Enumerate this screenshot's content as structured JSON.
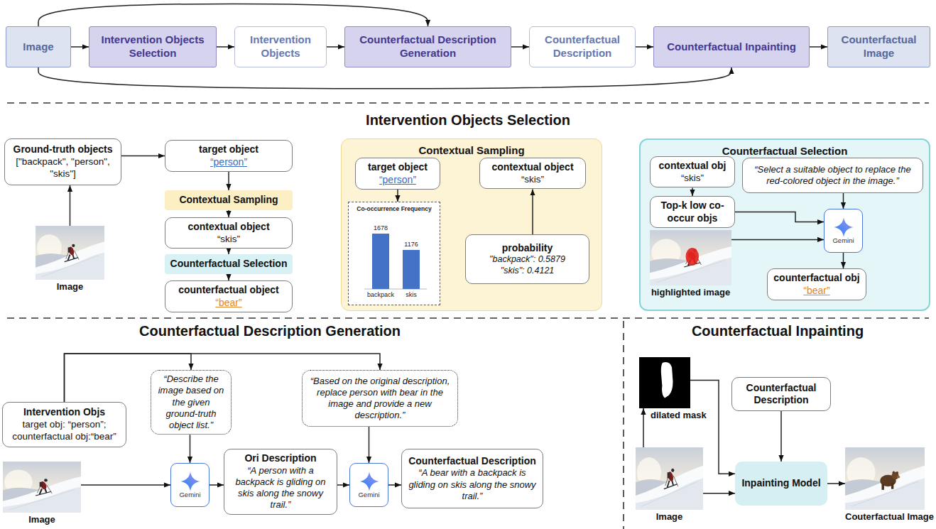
{
  "diagram": {
    "nodes": [
      {
        "text": [
          "Image"
        ]
      },
      {
        "text": [
          "Intervention Objects Selection"
        ]
      },
      {
        "text": [
          "Intervention Objects"
        ]
      },
      {
        "text": [
          "Counterfactual Description Generation"
        ]
      },
      {
        "text": [
          "Counterfactual Description"
        ]
      },
      {
        "text": [
          "Counterfactual Inpainting"
        ]
      },
      {
        "text": [
          "Counterfactual Image"
        ]
      },
      {
        "text": [
          "Ground-truth objects",
          "[\"backpack\", \"person\", \"skis\"]"
        ]
      },
      {
        "text": [
          "target object",
          "“person”"
        ]
      },
      {
        "text": [
          "Contextual Sampling"
        ]
      },
      {
        "text": [
          "contextual object",
          "“skis”"
        ]
      },
      {
        "text": [
          "Counterfactual Selection"
        ]
      },
      {
        "text": [
          "counterfactual object",
          "“bear”"
        ]
      },
      {
        "text": [
          "Image"
        ]
      },
      {
        "text": [
          "Contextual Sampling"
        ]
      },
      {
        "text": [
          "target object",
          "“person”"
        ],
        "in": 14
      },
      {
        "text": [
          "contextual object",
          "“skis”"
        ],
        "in": 14
      },
      {
        "text": [
          "Co-occurrence Frequency"
        ],
        "in": 14
      },
      {
        "text": [
          "probability",
          "\"backpack\": 0.5879",
          "\"skis\": 0.4121"
        ],
        "in": 14
      },
      {
        "text": [
          "Counterfactual Selection"
        ]
      },
      {
        "text": [
          "contextual obj",
          "“skis”"
        ],
        "in": 19
      },
      {
        "text": [
          "“Select a suitable object to replace the red-colored object in the image.”"
        ],
        "in": 19
      },
      {
        "text": [
          "Top-k low co-occur objs"
        ],
        "in": 19
      },
      {
        "text": [
          "highlighted image"
        ],
        "in": 19
      },
      {
        "text": [
          "Gemini"
        ],
        "in": 19
      },
      {
        "text": [
          "counterfactual obj",
          "“bear”"
        ],
        "in": 19
      },
      {
        "text": [
          "Intervention Objs",
          "target obj: “person”;",
          "counterfactual obj:“bear”"
        ]
      },
      {
        "text": [
          "“Describe the image based on the given ground-truth object list.”"
        ]
      },
      {
        "text": [
          "“Based on the original description, replace person with bear in the image and provide a new description.”"
        ]
      },
      {
        "text": [
          "Image"
        ]
      },
      {
        "text": [
          "Gemini"
        ]
      },
      {
        "text": [
          "Ori Description",
          "“A person with a backpack is gliding on skis along the snowy trail.”"
        ]
      },
      {
        "text": [
          "Gemini"
        ]
      },
      {
        "text": [
          "Counterfactual Description",
          "“A bear with a backpack is gliding on skis along the snowy trail.”"
        ]
      },
      {
        "text": [
          "dilated mask"
        ]
      },
      {
        "text": [
          "Image"
        ]
      },
      {
        "text": [
          "Counterfactual Description"
        ]
      },
      {
        "text": [
          "Inpainting Model"
        ]
      },
      {
        "text": [
          "Couterfactual Image"
        ]
      }
    ],
    "edges": [
      {
        "from": 0,
        "to": 1,
        "arrow": "to"
      },
      {
        "from": 1,
        "to": 2,
        "arrow": "to"
      },
      {
        "from": 2,
        "to": 3,
        "arrow": "to"
      },
      {
        "from": 3,
        "to": 4,
        "arrow": "to"
      },
      {
        "from": 4,
        "to": 5,
        "arrow": "to"
      },
      {
        "from": 5,
        "to": 6,
        "arrow": "to"
      },
      {
        "from": 0,
        "to": 3,
        "arrow": "to"
      },
      {
        "from": 0,
        "to": 5,
        "arrow": "to"
      },
      {
        "from": 13,
        "to": 7,
        "arrow": "to"
      },
      {
        "from": 7,
        "to": 8,
        "arrow": "to"
      },
      {
        "from": 8,
        "to": 9,
        "arrow": "to"
      },
      {
        "from": 9,
        "to": 10,
        "arrow": "to"
      },
      {
        "from": 10,
        "to": 11,
        "arrow": "to"
      },
      {
        "from": 11,
        "to": 12,
        "arrow": "to"
      },
      {
        "from": 15,
        "to": 17,
        "arrow": "to"
      },
      {
        "from": 18,
        "to": 16,
        "arrow": "to"
      },
      {
        "from": 20,
        "to": 22,
        "arrow": "to"
      },
      {
        "from": 22,
        "to": 24,
        "arrow": "to"
      },
      {
        "from": 23,
        "to": 24,
        "arrow": "to"
      },
      {
        "from": 21,
        "to": 24,
        "arrow": "to"
      },
      {
        "from": 24,
        "to": 25,
        "arrow": "to"
      },
      {
        "from": 26,
        "to": 27,
        "arrow": "to"
      },
      {
        "from": 26,
        "to": 28,
        "arrow": "to"
      },
      {
        "from": 29,
        "to": 30,
        "arrow": "to"
      },
      {
        "from": 27,
        "to": 30,
        "arrow": "to"
      },
      {
        "from": 30,
        "to": 31,
        "arrow": "to"
      },
      {
        "from": 31,
        "to": 32,
        "arrow": "to"
      },
      {
        "from": 28,
        "to": 32,
        "arrow": "to"
      },
      {
        "from": 32,
        "to": 33,
        "arrow": "to"
      },
      {
        "from": 35,
        "to": 34,
        "arrow": "to"
      },
      {
        "from": 34,
        "to": 37,
        "arrow": "to"
      },
      {
        "from": 35,
        "to": 37,
        "arrow": "to"
      },
      {
        "from": 36,
        "to": 37,
        "arrow": "to"
      },
      {
        "from": 37,
        "to": 38,
        "arrow": "to"
      }
    ],
    "labels": [
      "Intervention Objects Selection",
      "1678",
      "1176",
      "backpack",
      "skis",
      "Counterfactual Description Generation",
      "Counterfactual Inpainting"
    ]
  }
}
